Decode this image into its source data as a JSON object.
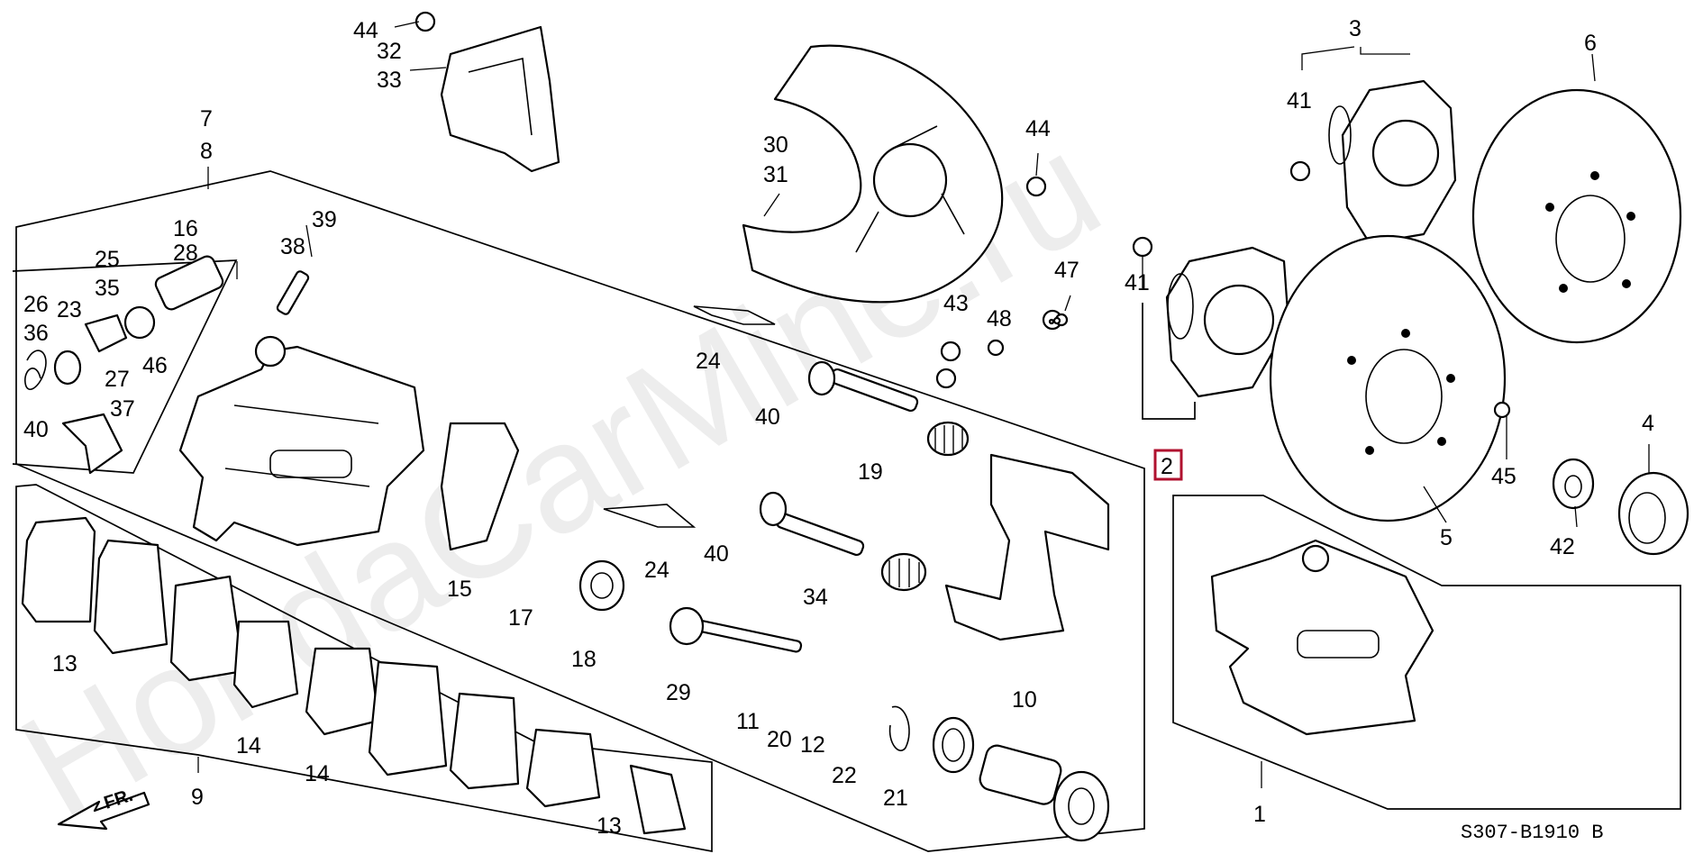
{
  "diagram_code": "S307-B1910 B",
  "direction_marker": "FR.",
  "watermark": "HondaCarMine.ru",
  "highlighted_callout": "2",
  "callouts": {
    "c44a": "44",
    "c32": "32",
    "c33": "33",
    "c7": "7",
    "c8": "8",
    "c16": "16",
    "c28": "28",
    "c25": "25",
    "c35": "35",
    "c26": "26",
    "c36": "36",
    "c23": "23",
    "c27": "27",
    "c46": "46",
    "c37": "37",
    "c40a": "40",
    "c38": "38",
    "c39": "39",
    "c30": "30",
    "c31": "31",
    "c44b": "44",
    "c24a": "24",
    "c40b": "40",
    "c19": "19",
    "c43": "43",
    "c48": "48",
    "c47": "47",
    "c41a": "41",
    "c41b": "41",
    "c3": "3",
    "c6": "6",
    "c5": "5",
    "c4": "4",
    "c45": "45",
    "c42": "42",
    "c2": "2",
    "c15": "15",
    "c17": "17",
    "c18": "18",
    "c24b": "24",
    "c40c": "40",
    "c34": "34",
    "c29": "29",
    "c11": "11",
    "c20": "20",
    "c12": "12",
    "c22": "22",
    "c21": "21",
    "c10": "10",
    "c13a": "13",
    "c14a": "14",
    "c14b": "14",
    "c13b": "13",
    "c9": "9",
    "c1": "1"
  }
}
